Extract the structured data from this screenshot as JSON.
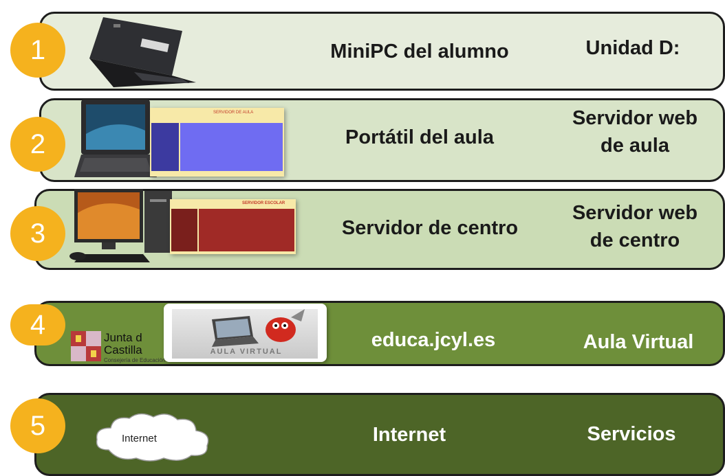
{
  "rows": [
    {
      "number": "1",
      "center_label": "MiniPC del alumno",
      "right_label": "Unidad D:",
      "fill": "#e6ecdc"
    },
    {
      "number": "2",
      "center_label": "Portátil del aula",
      "right_label": "Servidor web de aula",
      "fill": "#d8e4c8"
    },
    {
      "number": "3",
      "center_label": "Servidor de centro",
      "right_label": "Servidor web de centro",
      "fill": "#cbdcb5"
    },
    {
      "number": "4",
      "center_label": "educa.jcyl.es",
      "right_label": "Aula Virtual",
      "fill": "#6e8f3a"
    },
    {
      "number": "5",
      "center_label": "Internet",
      "right_label": "Servicios",
      "fill": "#4d6527"
    }
  ],
  "images": {
    "row2_screen_title": "SERVIDOR DE AULA",
    "row3_screen_title": "SERVIDOR ESCOLAR",
    "row4_logo_text": [
      "Junta d",
      "Castilla"
    ],
    "row4_logo_subtext": "Consejería de Educación",
    "row4_aula_virtual_caption": "AULA VIRTUAL",
    "row5_cloud_text": "Internet"
  },
  "colors": {
    "badge": "#f5b21e",
    "screen_blue": "#6f6cf2",
    "screen_red": "#a02a26",
    "screen_header": "#f7e9a8"
  }
}
